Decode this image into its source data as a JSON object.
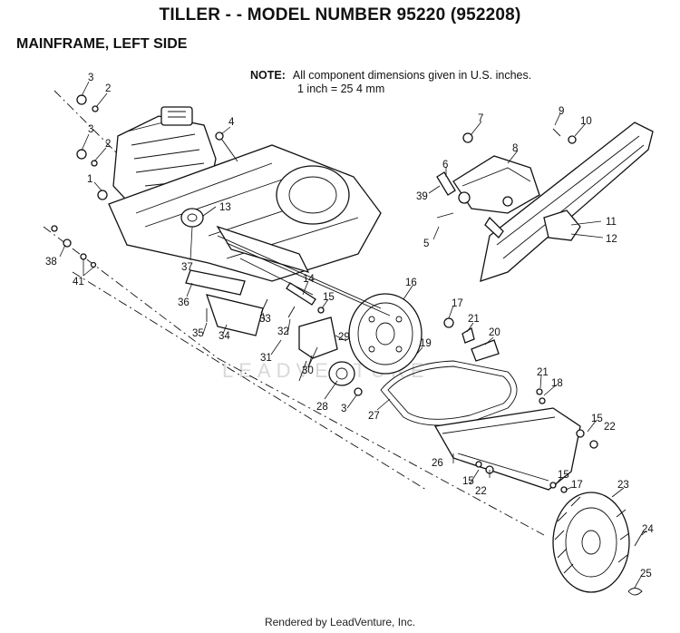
{
  "header": {
    "title": "TILLER - - MODEL NUMBER 95220 (952208)",
    "subtitle": "MAINFRAME, LEFT SIDE"
  },
  "note": {
    "label": "NOTE:",
    "line1": "All component dimensions given in U.S. inches.",
    "line2": "1 inch = 25 4 mm"
  },
  "watermark": "LEADVENTURE",
  "footer": "Rendered by LeadVenture, Inc.",
  "callouts": [
    {
      "text": "3"
    },
    {
      "text": "2"
    },
    {
      "text": "4"
    },
    {
      "text": "3"
    },
    {
      "text": "2"
    },
    {
      "text": "1"
    },
    {
      "text": "13"
    },
    {
      "text": "37"
    },
    {
      "text": "38"
    },
    {
      "text": "41"
    },
    {
      "text": "36"
    },
    {
      "text": "35"
    },
    {
      "text": "34"
    },
    {
      "text": "33"
    },
    {
      "text": "32"
    },
    {
      "text": "31"
    },
    {
      "text": "30"
    },
    {
      "text": "29"
    },
    {
      "text": "28"
    },
    {
      "text": "3"
    },
    {
      "text": "14"
    },
    {
      "text": "15"
    },
    {
      "text": "16"
    },
    {
      "text": "17"
    },
    {
      "text": "21"
    },
    {
      "text": "20"
    },
    {
      "text": "19"
    },
    {
      "text": "27"
    },
    {
      "text": "7"
    },
    {
      "text": "8"
    },
    {
      "text": "6"
    },
    {
      "text": "39"
    },
    {
      "text": "5"
    },
    {
      "text": "9"
    },
    {
      "text": "10"
    },
    {
      "text": "11"
    },
    {
      "text": "12"
    },
    {
      "text": "21"
    },
    {
      "text": "18"
    },
    {
      "text": "15"
    },
    {
      "text": "22"
    },
    {
      "text": "26"
    },
    {
      "text": "15"
    },
    {
      "text": "22"
    },
    {
      "text": "15"
    },
    {
      "text": "17"
    },
    {
      "text": "23"
    },
    {
      "text": "24"
    },
    {
      "text": "25"
    }
  ]
}
